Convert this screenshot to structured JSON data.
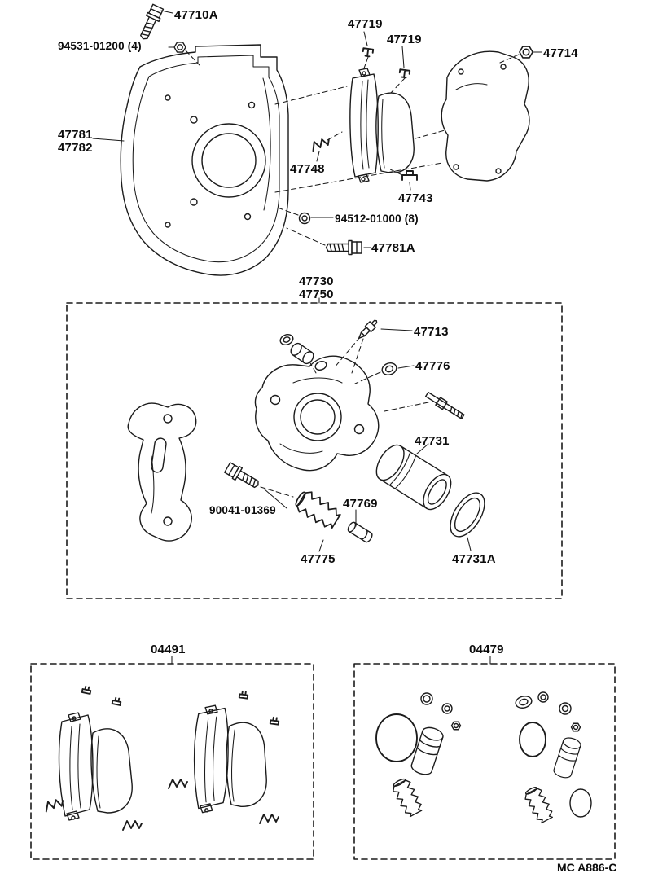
{
  "page": {
    "footer_code": "MC A886-C"
  },
  "callouts": [
    {
      "id": "47710A",
      "text": "47710A"
    },
    {
      "id": "94531-01200",
      "text": "94531-01200 (4)"
    },
    {
      "id": "47719-a",
      "text": "47719"
    },
    {
      "id": "47719-b",
      "text": "47719"
    },
    {
      "id": "47714",
      "text": "47714"
    },
    {
      "id": "47781",
      "text": "47781"
    },
    {
      "id": "47782",
      "text": "47782"
    },
    {
      "id": "47748",
      "text": "47748"
    },
    {
      "id": "47743",
      "text": "47743"
    },
    {
      "id": "94512-01000",
      "text": "94512-01000 (8)"
    },
    {
      "id": "47781A",
      "text": "47781A"
    },
    {
      "id": "47730",
      "text": "47730"
    },
    {
      "id": "47750",
      "text": "47750"
    },
    {
      "id": "47713",
      "text": "47713"
    },
    {
      "id": "47776",
      "text": "47776"
    },
    {
      "id": "47731",
      "text": "47731"
    },
    {
      "id": "90041-01369",
      "text": "90041-01369"
    },
    {
      "id": "47769",
      "text": "47769"
    },
    {
      "id": "47775",
      "text": "47775"
    },
    {
      "id": "47731A",
      "text": "47731A"
    },
    {
      "id": "04491",
      "text": "04491"
    },
    {
      "id": "04479",
      "text": "04479"
    }
  ]
}
